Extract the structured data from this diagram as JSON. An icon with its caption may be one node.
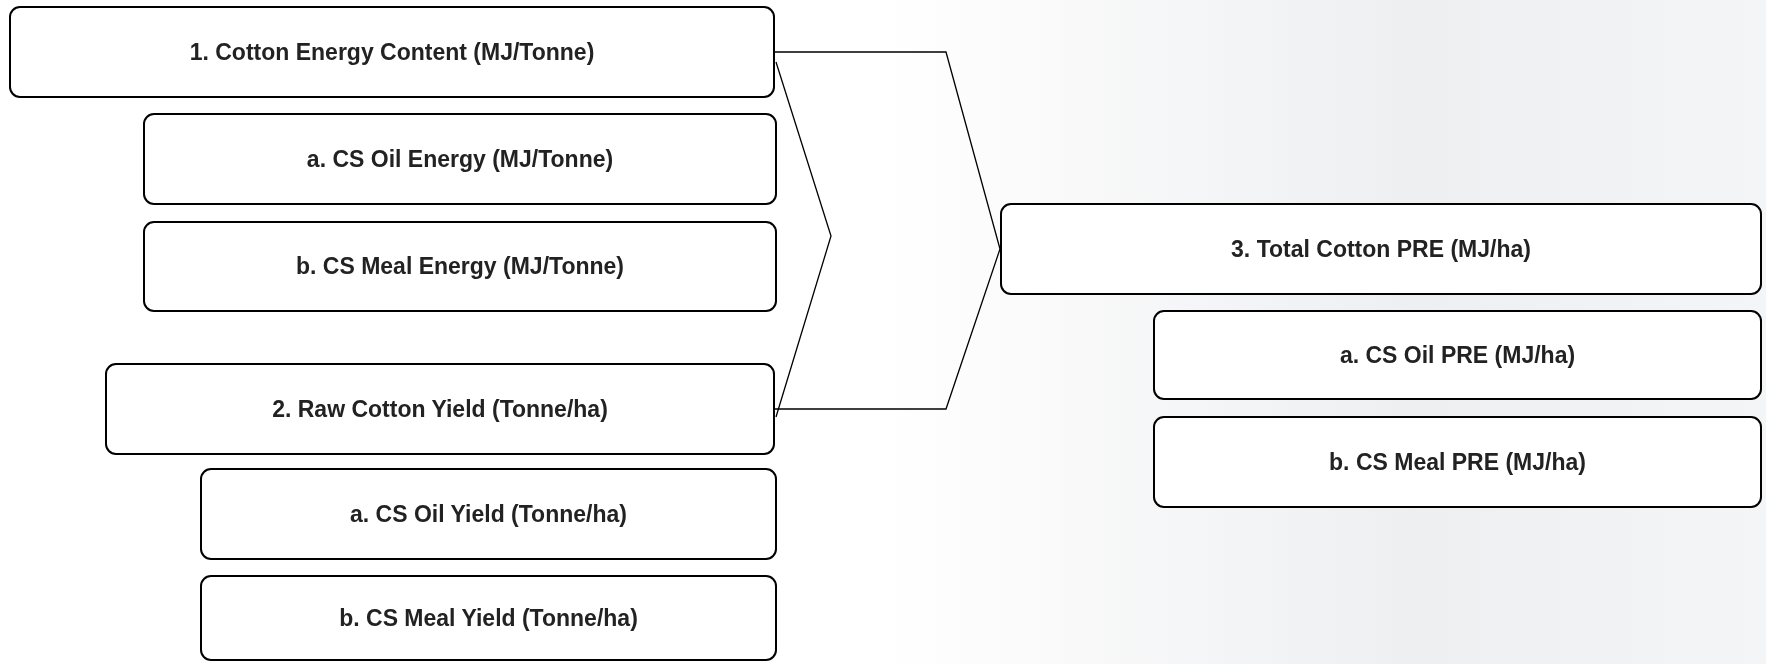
{
  "diagram": {
    "nodes": [
      {
        "text": [
          "1. Cotton Energy Content (MJ/Tonne)"
        ]
      },
      {
        "text": [
          "a. CS Oil Energy (MJ/Tonne)"
        ]
      },
      {
        "text": [
          "b. CS Meal Energy (MJ/Tonne)"
        ]
      },
      {
        "text": [
          "2. Raw Cotton Yield (Tonne/ha)"
        ]
      },
      {
        "text": [
          "a. CS Oil Yield (Tonne/ha)"
        ]
      },
      {
        "text": [
          "b. CS Meal Yield (Tonne/ha)"
        ]
      },
      {
        "text": [
          "3. Total Cotton PRE (MJ/ha)"
        ]
      },
      {
        "text": [
          "a. CS Oil PRE (MJ/ha)"
        ]
      },
      {
        "text": [
          "b. CS Meal PRE (MJ/ha)"
        ]
      }
    ],
    "edges": [
      {
        "from": 0,
        "to": 6,
        "arrow": "none"
      },
      {
        "from": 3,
        "to": 6,
        "arrow": "none"
      }
    ]
  }
}
